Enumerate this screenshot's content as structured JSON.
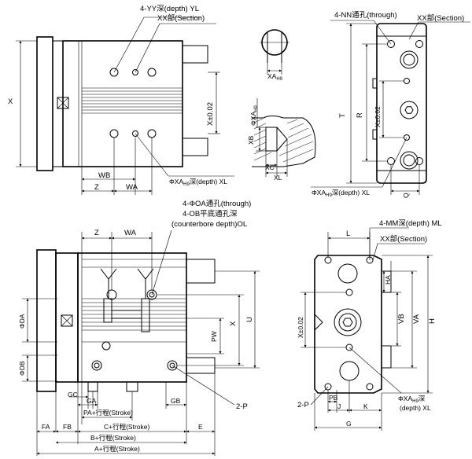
{
  "top_left_view": {
    "label_yy": "4-YY深(depth) YL",
    "label_xx": "XX部(Section)",
    "dim_x": "X",
    "dim_x_tol": "X±0.02",
    "dim_wb": "WB",
    "dim_z": "Z",
    "dim_wa": "WA",
    "label_xa": "ΦXA",
    "label_xa_sub": "H9",
    "label_xa_tail": "深(depth) XL"
  },
  "section_detail": {
    "dim_xa": "XA",
    "dim_xa_sub": "H9",
    "dim_phi_xa": "ΦXA",
    "dim_phi_xa_sub": "H9",
    "dim_xb": "XB",
    "dim_xc": "XC",
    "dim_xl": "XL"
  },
  "top_right_view": {
    "label_nn": "4-NN通孔(through)",
    "label_xx": "XX部(Section)",
    "dim_t": "T",
    "dim_r": "R",
    "dim_x_tol": "X±0.02",
    "label_xa": "ΦXA",
    "label_xa_sub": "H9",
    "label_xa_tail": "深(depth) XL",
    "dim_q": "Q"
  },
  "bottom_left_view": {
    "label_oa": "4-ΦOA通孔(through)",
    "label_ob": "4-OB平底通孔深",
    "label_ob2": "(counterbore depth)OL",
    "dim_z": "Z",
    "dim_wa": "WA",
    "dim_da": "ΦDA",
    "dim_db": "ΦDB",
    "dim_x": "X",
    "dim_u": "U",
    "dim_pw": "PW",
    "dim_gc": "GC",
    "dim_ga": "GA",
    "dim_pa": "PA+行程(Stroke)",
    "dim_gb": "GB",
    "label_2p": "2-P",
    "dim_fa": "FA",
    "dim_fb": "FB",
    "dim_c": "C+行程(Stroke)",
    "dim_e": "E",
    "dim_b": "B+行程(Stroke)",
    "dim_a": "A+行程(Stroke)"
  },
  "bottom_right_view": {
    "dim_l": "L",
    "label_mm": "4-MM深(depth) ML",
    "label_xx": "XX部(Section)",
    "dim_ha": "HA",
    "dim_vb": "VB",
    "dim_va": "VA",
    "dim_h": "H",
    "dim_x_tol": "X±0.02",
    "label_2p": "2-P",
    "dim_pb": "PB",
    "dim_j": "J",
    "dim_k": "K",
    "dim_g": "G",
    "label_xa": "ΦXA",
    "label_xa_sub": "H9",
    "label_xa_tail": "深",
    "label_xa_tail2": "(depth) XL"
  }
}
